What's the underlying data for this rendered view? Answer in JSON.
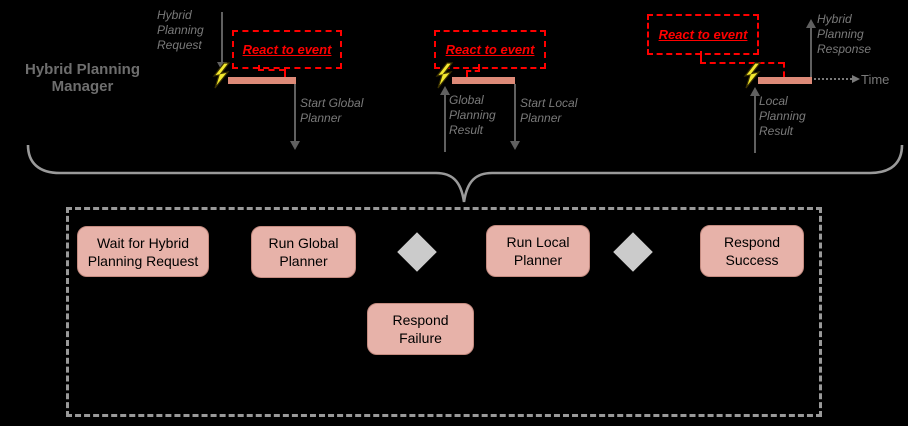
{
  "colors": {
    "background": "#000000",
    "activation_bar": "#dd8a78",
    "node_fill": "#e7b2a9",
    "node_border": "#c48b80",
    "diamond_fill": "#cbcbcb",
    "react_red": "#ff0000",
    "label_gray": "#7a7a7a",
    "arrow_gray": "#606060",
    "brace_gray": "#9a9a9a"
  },
  "lifeline": {
    "manager_label": "Hybrid Planning\nManager"
  },
  "timeline": {
    "time_label": "Time",
    "groups": [
      {
        "react_label": "React to event",
        "input_label": "Hybrid\nPlanning\nRequest",
        "output_label": "Start Global\nPlanner"
      },
      {
        "react_label": "React to event",
        "input_label": "Global\nPlanning\nResult",
        "output_label": "Start Local\nPlanner"
      },
      {
        "react_label": "React to event",
        "input_label": "Local\nPlanning\nResult",
        "output_label": "Hybrid\nPlanning\nResponse"
      }
    ]
  },
  "flowchart": {
    "nodes": [
      {
        "label": "Wait for Hybrid\nPlanning Request"
      },
      {
        "label": "Run Global\nPlanner"
      },
      {
        "label": "Run Local\nPlanner"
      },
      {
        "label": "Respond\nSuccess"
      },
      {
        "label": "Respond\nFailure"
      }
    ]
  }
}
